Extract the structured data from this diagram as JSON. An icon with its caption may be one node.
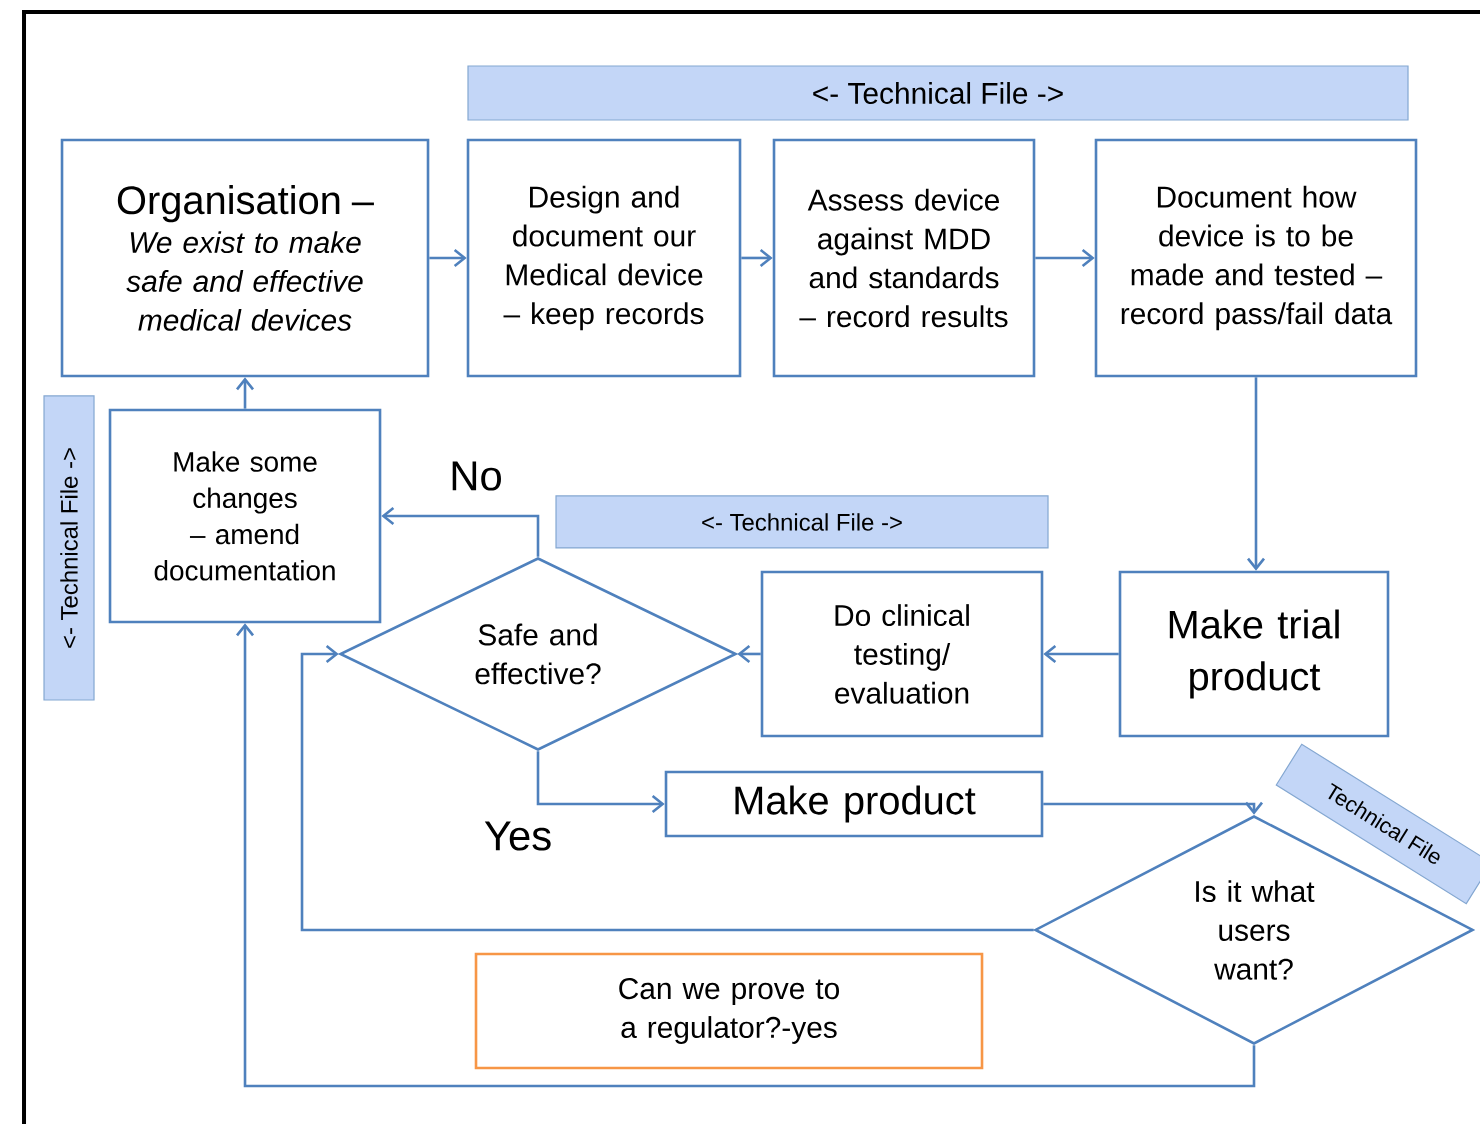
{
  "diagram": {
    "nodes": [
      {
        "text": [
          "<- Technical File ->"
        ]
      },
      {
        "text": [
          "Organisation –",
          "We exist to make safe and effective medical devices"
        ]
      },
      {
        "text": [
          "Design and document our Medical device – keep records"
        ]
      },
      {
        "text": [
          "Assess device against MDD and standards – record results"
        ]
      },
      {
        "text": [
          "Document how device is to be made and tested – record pass/fail data"
        ]
      },
      {
        "text": [
          "<- Technical File ->"
        ]
      },
      {
        "text": [
          "Make some changes – amend documentation"
        ]
      },
      {
        "text": [
          "<- Technical File ->"
        ]
      },
      {
        "text": [
          "Safe and effective?"
        ]
      },
      {
        "text": [
          "Do clinical testing/ evaluation"
        ]
      },
      {
        "text": [
          "Make trial product"
        ]
      },
      {
        "text": [
          "Make product"
        ]
      },
      {
        "text": [
          "Technical File"
        ]
      },
      {
        "text": [
          "Is it what users want?"
        ]
      },
      {
        "text": [
          "Can we prove to a regulator?-yes"
        ]
      }
    ],
    "edges": [
      {
        "from": 1,
        "to": 2,
        "arrow": "to"
      },
      {
        "from": 2,
        "to": 3,
        "arrow": "to"
      },
      {
        "from": 3,
        "to": 4,
        "arrow": "to"
      },
      {
        "from": 4,
        "to": 10,
        "arrow": "to"
      },
      {
        "from": 10,
        "to": 9,
        "arrow": "to"
      },
      {
        "from": 9,
        "to": 8,
        "arrow": "to"
      },
      {
        "from": 8,
        "to": 6,
        "arrow": "to",
        "label": "No"
      },
      {
        "from": 8,
        "to": 11,
        "arrow": "to",
        "label": "Yes"
      },
      {
        "from": 11,
        "to": 13,
        "arrow": "to"
      },
      {
        "from": 13,
        "to": 8,
        "arrow": "to"
      },
      {
        "from": 13,
        "to": 6,
        "arrow": "to"
      },
      {
        "from": 6,
        "to": 1,
        "arrow": "to"
      }
    ]
  }
}
